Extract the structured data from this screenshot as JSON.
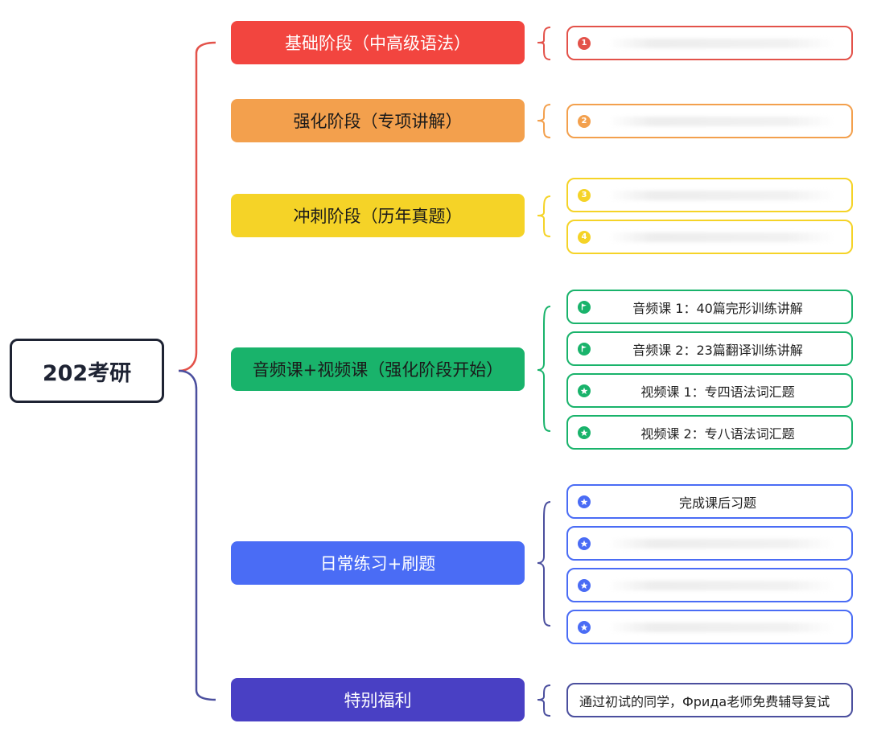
{
  "root": {
    "label": "202考研"
  },
  "colors": {
    "red": "#f2453f",
    "orange": "#f3a04d",
    "yellow": "#f5d327",
    "green": "#19b36b",
    "blue": "#4a6cf5",
    "purple": "#4940c4",
    "root_border": "#1e2333",
    "top_branch_line": "#e3524a",
    "bottom_branch_line": "#4b4f9e"
  },
  "stages": [
    {
      "label": "基础阶段（中高级语法）",
      "color": "#f2453f",
      "text_color": "#ffffff"
    },
    {
      "label": "强化阶段（专项讲解）",
      "color": "#f3a04d",
      "text_color": "#1a1a1a"
    },
    {
      "label": "冲刺阶段（历年真题）",
      "color": "#f5d327",
      "text_color": "#1a1a1a"
    },
    {
      "label": "音频课+视频课（强化阶段开始）",
      "color": "#19b36b",
      "text_color": "#1a1a1a"
    },
    {
      "label": "日常练习+刷题",
      "color": "#4a6cf5",
      "text_color": "#ffffff"
    },
    {
      "label": "特别福利",
      "color": "#4940c4",
      "text_color": "#ffffff"
    }
  ],
  "leaves": {
    "jichu": [
      {
        "marker": "1",
        "marker_icon": "number-1-icon",
        "text": ""
      }
    ],
    "qianghua": [
      {
        "marker": "2",
        "marker_icon": "number-2-icon",
        "text": ""
      }
    ],
    "chongci": [
      {
        "marker": "3",
        "marker_icon": "number-3-icon",
        "text": ""
      },
      {
        "marker": "4",
        "marker_icon": "number-4-icon",
        "text": ""
      }
    ],
    "courses": [
      {
        "marker_icon": "flag-icon",
        "text": "音频课 1：40篇完形训练讲解"
      },
      {
        "marker_icon": "flag-icon",
        "text": "音频课 2：23篇翻译训练讲解"
      },
      {
        "marker_icon": "star-icon",
        "text": "视频课 1：专四语法词汇题"
      },
      {
        "marker_icon": "star-icon",
        "text": "视频课 2：专八语法词汇题"
      }
    ],
    "practice": [
      {
        "marker_icon": "star-icon",
        "text": "完成课后习题"
      },
      {
        "marker_icon": "star-icon",
        "text": ""
      },
      {
        "marker_icon": "star-icon",
        "text": ""
      },
      {
        "marker_icon": "star-icon",
        "text": ""
      }
    ],
    "benefit": [
      {
        "text": "通过初试的同学，Фрида老师免费辅导复试"
      }
    ]
  }
}
